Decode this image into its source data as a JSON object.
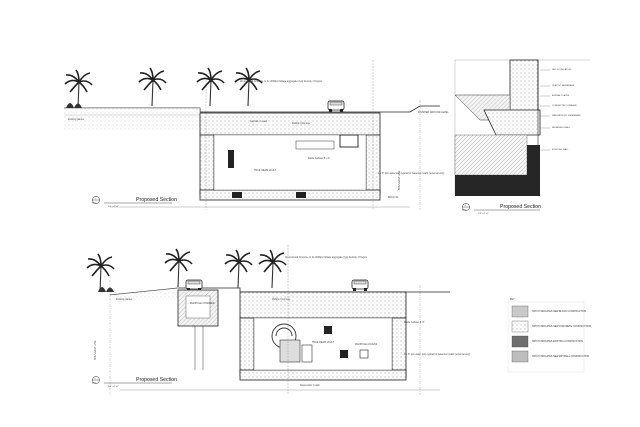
{
  "sections": [
    {
      "title": "Proposed Section",
      "scale": "1/4\" = 1'-0\"",
      "number": "1",
      "sheet": "A4.1",
      "labels": {
        "vault": "TRUE REAM VAULT",
        "radio_cabinet": "Radio Cabinet 8' x 6'",
        "boundary": "BOUNDARY LINE",
        "finish_level": "FINISHED GROUND LEVEL",
        "slab_note": "All structural Concrete to be 4000psi foliage aggregate (typ) Density 1.5 kg/cu",
        "asphalt": "Asphalt on sand",
        "rubble": "Rubble Concrete",
        "existing_planter": "Existing planter",
        "walk": "BM-9 FFL",
        "trench": "4\"x 8\" plm water stop typical for basement walls (external only)"
      }
    },
    {
      "title": "Proposed Section",
      "scale": "1/4\" = 1'-0\"",
      "number": "2",
      "sheet": "A4.1",
      "labels": {
        "vault": "TRUE REAM VAULT",
        "manhole": "MANHOLE CHAMBER",
        "radio_cabinet": "Radio Cabinet 8'-6\"",
        "boundary": "BOUNDARY LINE",
        "slab_note": "All structural Concrete to be 4000psi foliage aggregate (typ) Density 1.5 kg/cu",
        "existing_planter": "Existing planter",
        "rubble": "Rubble Concrete",
        "depression": "Depression in slab",
        "manhole_access": "MANHOLE ACCESS",
        "trench": "4\"x 8\" plm water stop typical for basement walls (external only)"
      }
    },
    {
      "title": "Proposed Section",
      "scale": "1/2\" = 1'-0\"",
      "number": "3",
      "sheet": "A4.1",
      "labels": {
        "a": "PAD FOUNDATION",
        "b": "PLASTIC MEMBRANE",
        "c": "ASPHALT LAYER",
        "d": "COMPACTED SUBBASE",
        "e": "WATERPROOF MEMBRANE",
        "f": "RETAINING WALL",
        "g": "EXISTING WALL"
      }
    }
  ],
  "key": {
    "title": "KEY",
    "items": [
      {
        "label": "HATCH INDICATES NEW BLOCK CONSTRUCTION",
        "color": "#c9c9c9"
      },
      {
        "label": "HATCH INDICATES NEW CONCRETE CONSTRUCTION",
        "color": "#e3e3e3"
      },
      {
        "label": "HATCH INDICATES EXISTING CONSTRUCTION",
        "color": "#6e6e6e"
      },
      {
        "label": "HATCH INDICATES NEW DRYWALL CONSTRUCTION",
        "color": "#bdbdbd"
      }
    ]
  },
  "colors": {
    "line": "#2a2a2a",
    "soil": "#cfcfcf",
    "dark": "#262626"
  }
}
